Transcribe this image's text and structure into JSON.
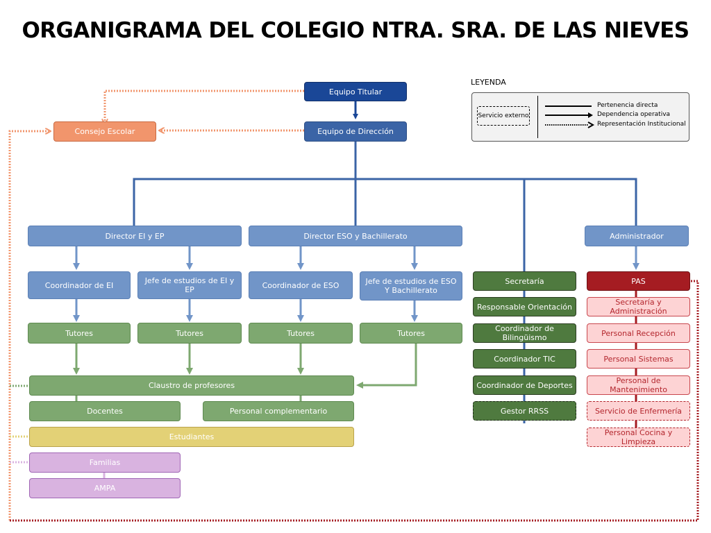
{
  "title": "ORGANIGRAMA DEL COLEGIO NTRA. SRA. DE LAS NIEVES",
  "legend": {
    "title": "LEYENDA",
    "external_service": "Servicio externo",
    "items": [
      {
        "label": "Pertenencia directa",
        "style": "solid-line"
      },
      {
        "label": "Dependencia operativa",
        "style": "solid-arrow"
      },
      {
        "label": "Representación Institucional",
        "style": "dotted-arrow"
      }
    ]
  },
  "nodes": {
    "equipo_titular": "Equipo Titular",
    "equipo_direccion": "Equipo de Dirección",
    "consejo_escolar": "Consejo Escolar",
    "director_ei_ep": "Director EI y EP",
    "director_eso_bach": "Director ESO y Bachillerato",
    "administrador": "Administrador",
    "coord_ei": "Coordinador de EI",
    "jefe_ei_ep": "Jefe de estudios de EI y EP",
    "coord_eso": "Coordinador de ESO",
    "jefe_eso_bach": "Jefe de estudios de ESO Y Bachillerato",
    "tutores_1": "Tutores",
    "tutores_2": "Tutores",
    "tutores_3": "Tutores",
    "tutores_4": "Tutores",
    "claustro": "Claustro de profesores",
    "docentes": "Docentes",
    "personal_complementario": "Personal complementario",
    "estudiantes": "Estudiantes",
    "familias": "Familias",
    "ampa": "AMPA",
    "secretaria_col": [
      {
        "label": "Secretaría",
        "external": false
      },
      {
        "label": "Responsable Orientación",
        "external": false
      },
      {
        "label": "Coordinador de Bilingüismo",
        "external": false
      },
      {
        "label": "Coordinador TIC",
        "external": false
      },
      {
        "label": "Coordinador de Deportes",
        "external": false
      },
      {
        "label": "Gestor RRSS",
        "external": true
      }
    ],
    "pas": "PAS",
    "pas_col": [
      {
        "label": "Secretaría y Administración",
        "external": false
      },
      {
        "label": "Personal Recepción",
        "external": false
      },
      {
        "label": "Personal Sistemas",
        "external": false
      },
      {
        "label": "Personal de Mantenimiento",
        "external": false
      },
      {
        "label": "Servicio de Enfermería",
        "external": true
      },
      {
        "label": "Personal Cocina y Limpieza",
        "external": true
      }
    ]
  },
  "colors": {
    "navy": "#1a4797",
    "blue": "#7195c8",
    "orange": "#f1956c",
    "green_dark": "#4f7a3f",
    "green": "#7ea870",
    "yellow": "#e3d176",
    "purple": "#d9b3e0",
    "red": "#a51c22",
    "pink": "#fdd3d4"
  }
}
